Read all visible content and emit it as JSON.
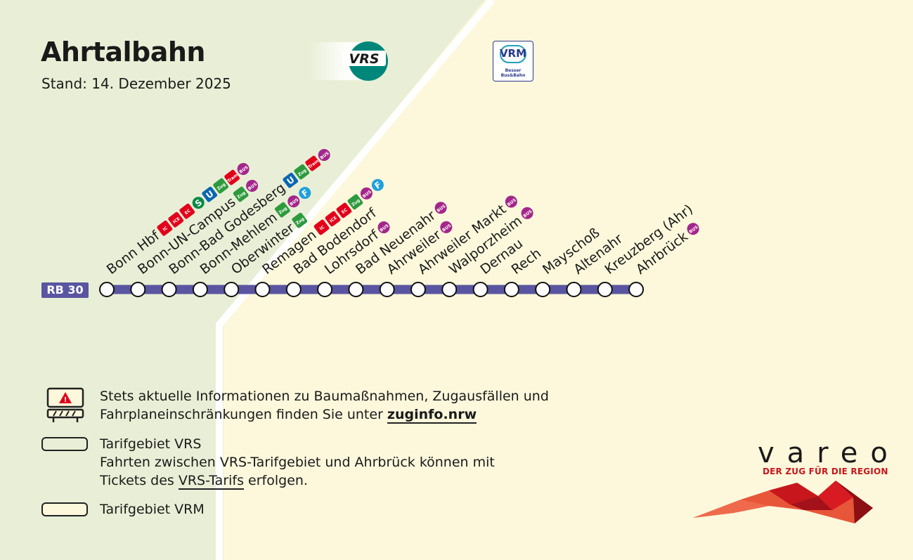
{
  "title": "Ahrtalbahn",
  "subtitle": "Stand: 14. Dezember 2025",
  "logos": {
    "vrs": "VRS",
    "vrm": "VRM",
    "vrm_claim": "Besser Bus&Bahn",
    "vareo": "vareo",
    "vareo_claim": "DER ZUG FÜR DIE REGION"
  },
  "line": {
    "name": "RB 30",
    "color": "#5a55a0"
  },
  "colors": {
    "vrs_area": "#e9efd6",
    "vrm_area": "#fdf8dc",
    "ic": "#e2001a",
    "zug": "#2e9a3e",
    "bus": "#a3268a",
    "sbahn": "#078a44",
    "ubahn": "#0a66b2",
    "ferry": "#1ea0dd"
  },
  "stations": [
    {
      "name": "Bonn Hbf",
      "transfers": [
        {
          "type": "ic",
          "label": "IC"
        },
        {
          "type": "ic",
          "label": "ICE"
        },
        {
          "type": "ic",
          "label": "EC"
        },
        {
          "type": "sbahn",
          "label": "S"
        },
        {
          "type": "ubahn",
          "label": "U"
        },
        {
          "type": "zug",
          "label": "Zug"
        },
        {
          "type": "tram",
          "label": "Tram"
        },
        {
          "type": "bus",
          "label": "BUS"
        }
      ]
    },
    {
      "name": "Bonn-UN-Campus",
      "transfers": [
        {
          "type": "zug",
          "label": "Zug"
        },
        {
          "type": "bus",
          "label": "BUS"
        }
      ]
    },
    {
      "name": "Bonn-Bad Godesberg",
      "transfers": [
        {
          "type": "ubahn",
          "label": "U"
        },
        {
          "type": "zug",
          "label": "Zug"
        },
        {
          "type": "tram",
          "label": "Tram"
        },
        {
          "type": "bus",
          "label": "BUS"
        }
      ]
    },
    {
      "name": "Bonn-Mehlem",
      "transfers": [
        {
          "type": "zug",
          "label": "Zug"
        },
        {
          "type": "bus",
          "label": "BUS"
        },
        {
          "type": "ferry",
          "label": "F"
        }
      ]
    },
    {
      "name": "Oberwinter",
      "transfers": [
        {
          "type": "zug",
          "label": "Zug"
        }
      ]
    },
    {
      "name": "Remagen",
      "transfers": [
        {
          "type": "ic",
          "label": "IC"
        },
        {
          "type": "ic",
          "label": "ICE"
        },
        {
          "type": "ic",
          "label": "EC"
        },
        {
          "type": "zug",
          "label": "Zug"
        },
        {
          "type": "bus",
          "label": "BUS"
        },
        {
          "type": "ferry",
          "label": "F"
        }
      ]
    },
    {
      "name": "Bad Bodendorf",
      "transfers": []
    },
    {
      "name": "Lohrsdorf",
      "transfers": [
        {
          "type": "bus",
          "label": "BUS"
        }
      ]
    },
    {
      "name": "Bad Neuenahr",
      "transfers": [
        {
          "type": "bus",
          "label": "BUS"
        }
      ]
    },
    {
      "name": "Ahrweiler",
      "transfers": [
        {
          "type": "bus",
          "label": "BUS"
        }
      ]
    },
    {
      "name": "Ahrweiler Markt",
      "transfers": [
        {
          "type": "bus",
          "label": "BUS"
        }
      ]
    },
    {
      "name": "Walporzheim",
      "transfers": [
        {
          "type": "bus",
          "label": "BUS"
        }
      ]
    },
    {
      "name": "Dernau",
      "transfers": []
    },
    {
      "name": "Rech",
      "transfers": []
    },
    {
      "name": "Mayschoß",
      "transfers": []
    },
    {
      "name": "Altenahr",
      "transfers": []
    },
    {
      "name": "Kreuzberg (Ahr)",
      "transfers": []
    },
    {
      "name": "Ahrbrück",
      "transfers": [
        {
          "type": "bus",
          "label": "BUS"
        }
      ]
    }
  ],
  "legend": {
    "info_line1": "Stets aktuelle Informationen zu Baumaßnahmen, Zugausfällen und",
    "info_line2_prefix": "Fahrplaneinschränkungen finden Sie unter ",
    "info_link": "zuginfo.nrw",
    "vrs_title": "Tarifgebiet VRS",
    "vrs_line2": "Fahrten zwischen VRS-Tarifgebiet und Ahrbrück können mit",
    "vrs_line3_prefix": "Tickets des ",
    "vrs_link": "VRS-Tarifs",
    "vrs_line3_suffix": " erfolgen.",
    "vrm_title": "Tarifgebiet VRM"
  }
}
